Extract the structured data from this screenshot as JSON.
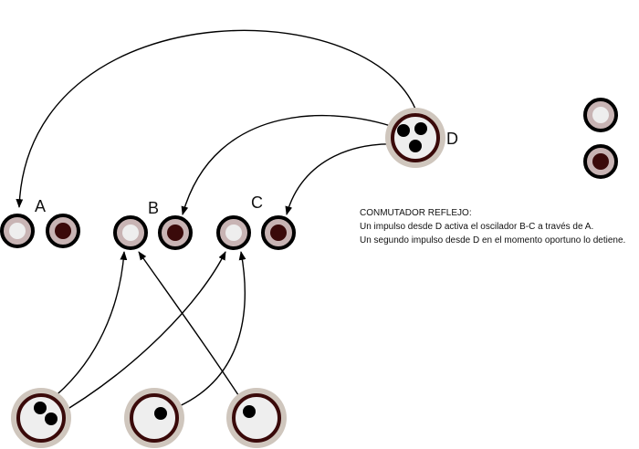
{
  "labels": {
    "a": "A",
    "b": "B",
    "c": "C",
    "d": "D"
  },
  "description": {
    "title": "CONMUTADOR REFLEJO:",
    "line1": "Un impulso desde D activa el oscilador  B-C  a través de A.",
    "line2": "Un segundo impulso desde D en el momento oportuno lo detiene."
  },
  "colors": {
    "ring": "#000000",
    "mid": "#c8b4b4",
    "light_core": "#eeeeee",
    "dark_core": "#3a0a0a",
    "big_outer": "#cfc6bd",
    "big_ring": "#3a0a0a"
  }
}
